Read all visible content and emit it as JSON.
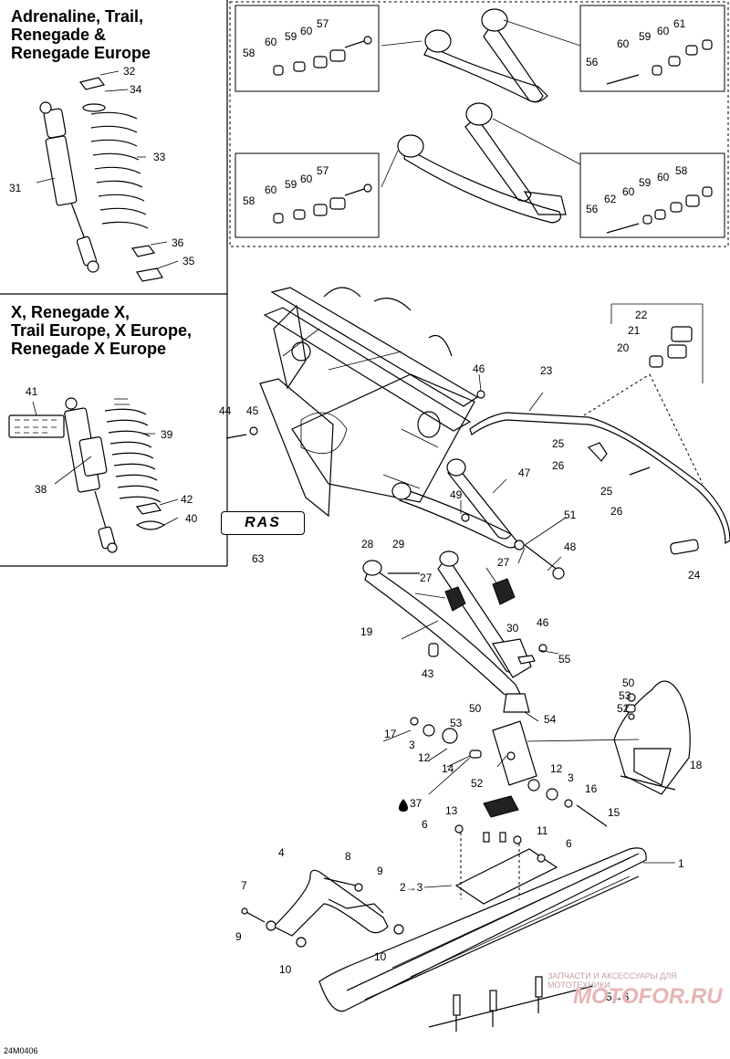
{
  "panels": {
    "top_left": {
      "title": "Adrenaline, Trail,\nRenegade &\nRenegade Europe"
    },
    "middle_left": {
      "title": "X, Renegade X,\nTrail Europe, X Europe,\nRenegade X Europe"
    }
  },
  "logo_text": "RAS",
  "doc_code": "24M0406",
  "watermark_text": "ЗАПЧАСТИ И АКСЕССУАРЫ ДЛЯ МОТОТЕХНИКИ",
  "watermark_logo": "MOTOFOR.RU",
  "callouts": {
    "c1": "1",
    "c2": "2→3",
    "c3a": "3",
    "c3b": "3",
    "c4": "4",
    "c5": "5→6",
    "c6a": "6",
    "c6b": "6",
    "c7": "7",
    "c8": "8",
    "c9a": "9",
    "c9b": "9",
    "c10a": "10",
    "c10b": "10",
    "c11": "11",
    "c12a": "12",
    "c12b": "12",
    "c13": "13",
    "c14": "14",
    "c15": "15",
    "c16": "16",
    "c17": "17",
    "c18": "18",
    "c19": "19",
    "c20": "20",
    "c21": "21",
    "c22": "22",
    "c23": "23",
    "c24": "24",
    "c25a": "25",
    "c25b": "25",
    "c26a": "26",
    "c26b": "26",
    "c27a": "27",
    "c27b": "27",
    "c28": "28",
    "c29": "29",
    "c30": "30",
    "c31": "31",
    "c32": "32",
    "c33": "33",
    "c34": "34",
    "c35": "35",
    "c36": "36",
    "c37": "37",
    "c38": "38",
    "c39": "39",
    "c40": "40",
    "c41": "41",
    "c42": "42",
    "c43": "43",
    "c44": "44",
    "c45": "45",
    "c46a": "46",
    "c46b": "46",
    "c47": "47",
    "c48": "48",
    "c49": "49",
    "c50a": "50",
    "c50b": "50",
    "c51": "51",
    "c52a": "52",
    "c52b": "52",
    "c53a": "53",
    "c53b": "53",
    "c54": "54",
    "c55": "55",
    "c56a": "56",
    "c56b": "56",
    "c57a": "57",
    "c57b": "57",
    "c58a": "58",
    "c58b": "58",
    "c58c": "58",
    "c59a": "59",
    "c59b": "59",
    "c59c": "59",
    "c59d": "59",
    "c60a": "60",
    "c60b": "60",
    "c60c": "60",
    "c60d": "60",
    "c60e": "60",
    "c60f": "60",
    "c60g": "60",
    "c60h": "60",
    "c61": "61",
    "c62": "62",
    "c63": "63"
  }
}
